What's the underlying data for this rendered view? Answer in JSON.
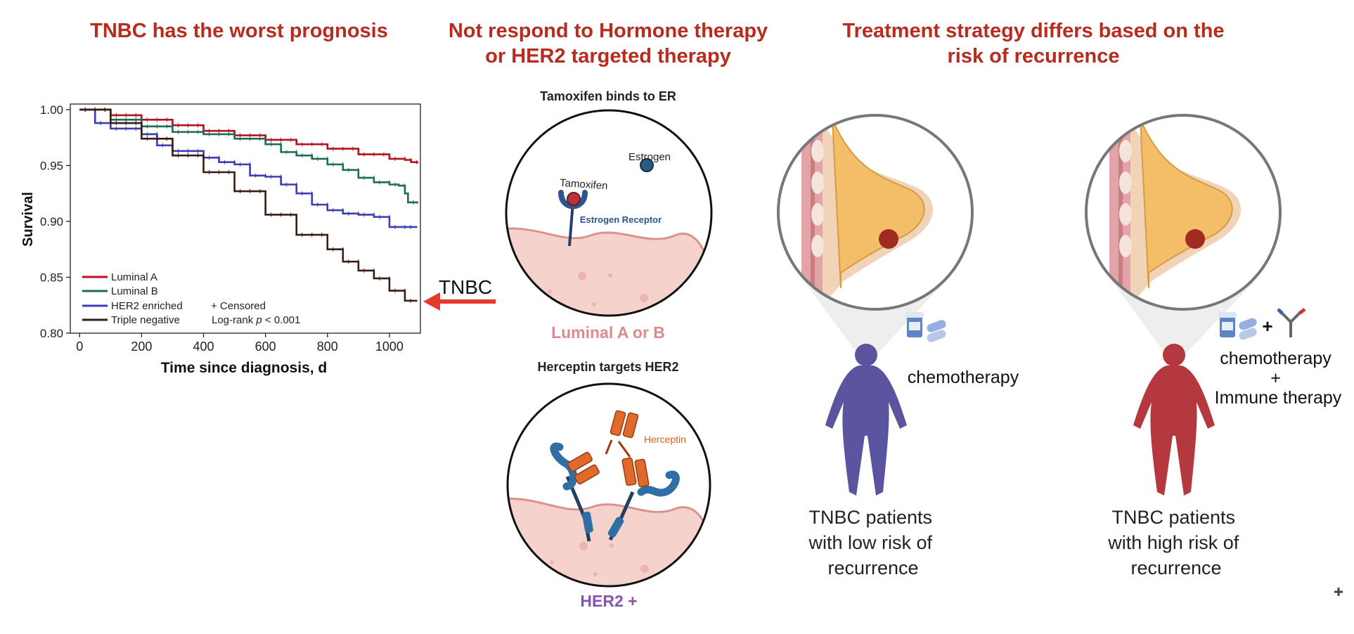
{
  "headings": {
    "left": "TNBC has the worst prognosis",
    "middle": [
      "Not respond to Hormone therapy",
      "or HER2 targeted therapy"
    ],
    "right": [
      "Treatment strategy differs based on the",
      "risk of recurrence"
    ]
  },
  "chart_data": {
    "type": "line",
    "title": "",
    "xlabel": "Time since diagnosis, d",
    "ylabel": "Survival",
    "xlim": [
      -30,
      1100
    ],
    "ylim": [
      0.8,
      1.005
    ],
    "xticks": [
      0,
      200,
      400,
      600,
      800,
      1000
    ],
    "yticks": [
      0.8,
      0.85,
      0.9,
      0.95,
      1.0
    ],
    "legend": {
      "position": "bottom-left",
      "entries": [
        "Luminal A",
        "Luminal B",
        "HER2 enriched",
        "Triple negative"
      ],
      "censored_note": "+ Censored",
      "logrank_prefix": "Log-rank ",
      "logrank_p": "p",
      "logrank_suffix": " < 0.001"
    },
    "series": [
      {
        "name": "Luminal A",
        "color": "#b5121b",
        "x": [
          0,
          100,
          200,
          300,
          400,
          500,
          600,
          700,
          800,
          900,
          1000,
          1050,
          1070,
          1090
        ],
        "y": [
          1.0,
          0.995,
          0.991,
          0.986,
          0.981,
          0.977,
          0.973,
          0.969,
          0.965,
          0.96,
          0.956,
          0.955,
          0.953,
          0.952
        ]
      },
      {
        "name": "Luminal B",
        "color": "#1f6b5a",
        "x": [
          0,
          100,
          200,
          300,
          400,
          500,
          600,
          650,
          700,
          750,
          800,
          850,
          900,
          950,
          1000,
          1030,
          1050,
          1060,
          1090
        ],
        "y": [
          1.0,
          0.991,
          0.985,
          0.98,
          0.978,
          0.974,
          0.969,
          0.962,
          0.959,
          0.956,
          0.951,
          0.946,
          0.939,
          0.935,
          0.933,
          0.932,
          0.925,
          0.917,
          0.916
        ]
      },
      {
        "name": "HER2 enriched",
        "color": "#3c3cb4",
        "x": [
          0,
          50,
          100,
          200,
          250,
          300,
          400,
          450,
          500,
          550,
          600,
          650,
          700,
          750,
          800,
          850,
          900,
          950,
          1000,
          1050,
          1090
        ],
        "y": [
          1.0,
          0.988,
          0.983,
          0.978,
          0.968,
          0.963,
          0.957,
          0.953,
          0.951,
          0.941,
          0.94,
          0.933,
          0.925,
          0.915,
          0.91,
          0.907,
          0.906,
          0.904,
          0.895,
          0.895,
          0.895
        ]
      },
      {
        "name": "Triple negative",
        "color": "#3a1c10",
        "x": [
          0,
          100,
          200,
          300,
          400,
          500,
          600,
          700,
          800,
          850,
          900,
          950,
          1000,
          1050,
          1090
        ],
        "y": [
          1.0,
          0.988,
          0.974,
          0.959,
          0.944,
          0.927,
          0.906,
          0.888,
          0.875,
          0.864,
          0.856,
          0.849,
          0.838,
          0.829,
          0.829
        ]
      }
    ]
  },
  "tnbc_arrow_label": "TNBC",
  "middle": {
    "tamoxifen_title": "Tamoxifen binds to ER",
    "estrogen_label": "Estrogen",
    "tamoxifen_label": "Tamoxifen",
    "receptor_label": "Estrogen Receptor",
    "luminal_label": "Luminal A or B",
    "herceptin_title": "Herceptin targets HER2",
    "herceptin_label": "Herceptin",
    "her2_label": "HER2 +"
  },
  "right": {
    "low": {
      "therapy": "chemotherapy",
      "caption": [
        "TNBC patients",
        "with low risk of",
        "recurrence"
      ]
    },
    "high": {
      "therapy": [
        "chemotherapy",
        "+",
        "Immune therapy"
      ],
      "caption": [
        "TNBC patients",
        "with high risk of",
        "recurrence"
      ],
      "plus": "+"
    }
  },
  "colors": {
    "heading": "#b82b1f",
    "luminal_label": "#dc8a8f",
    "her2_label": "#8552b5",
    "herceptin": "#d4631f",
    "receptor": "#2a5590",
    "low_risk_patient": "#5a559e",
    "high_risk_patient": "#b5383e",
    "tnbc_arrow": "#e53a2c"
  },
  "icons": [
    "arrow-left-icon",
    "pill-bottle-icon",
    "capsule-icon",
    "antibody-icon",
    "breast-anatomy-icon",
    "person-icon"
  ]
}
